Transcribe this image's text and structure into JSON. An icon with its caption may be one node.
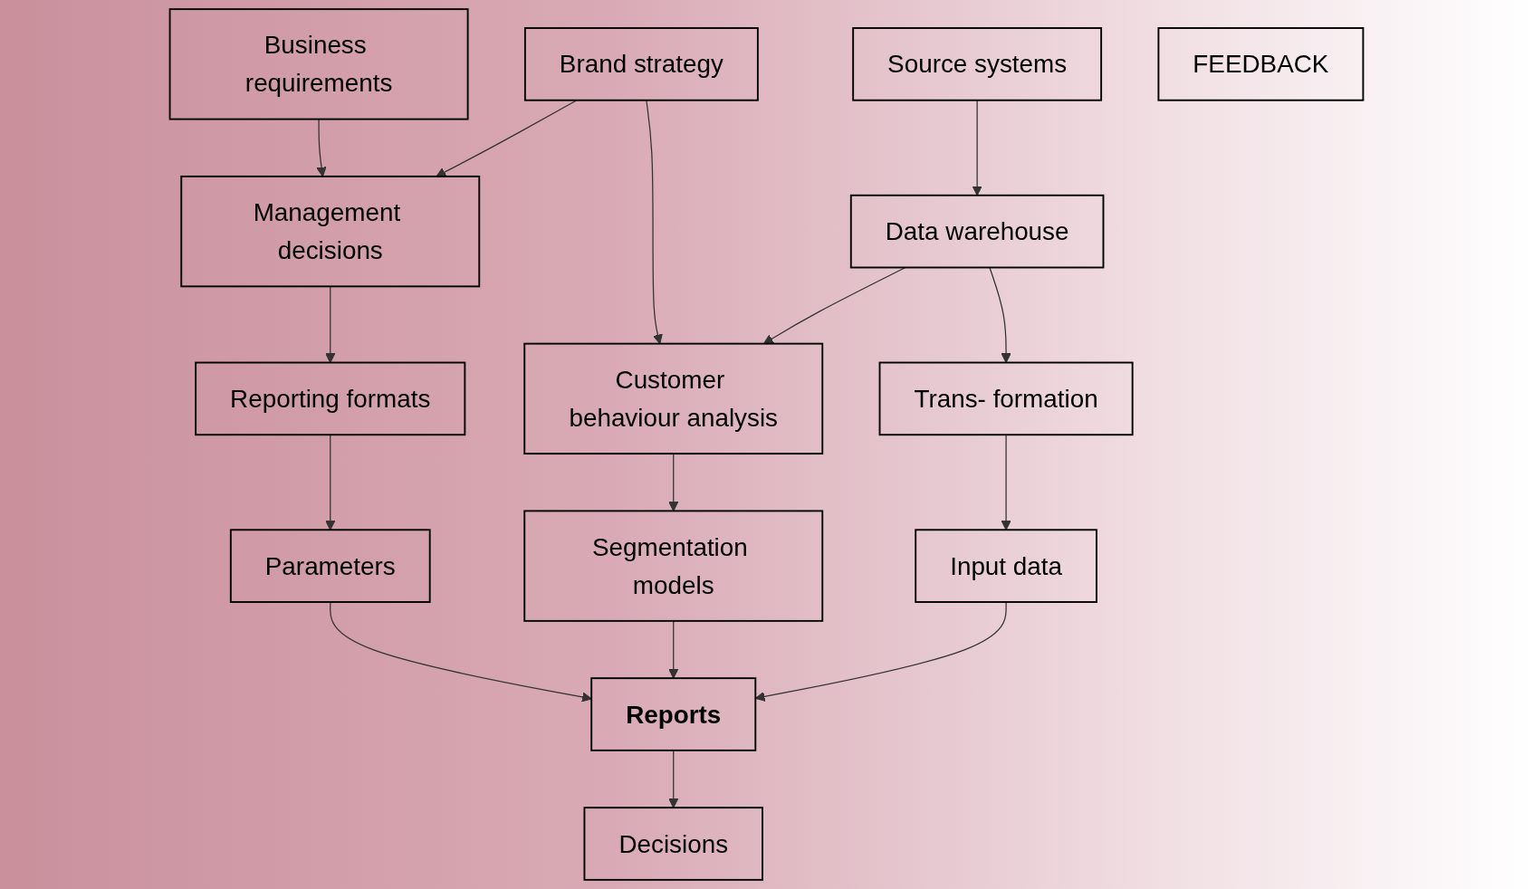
{
  "diagram": {
    "nodes": [
      {
        "text": [
          "Business requirements"
        ]
      },
      {
        "text": [
          "Brand strategy"
        ]
      },
      {
        "text": [
          "Source systems"
        ]
      },
      {
        "text": [
          "FEEDBACK"
        ]
      },
      {
        "text": [
          "Management decisions"
        ]
      },
      {
        "text": [
          "Data warehouse"
        ]
      },
      {
        "text": [
          "Reporting formats"
        ]
      },
      {
        "text": [
          "Customer behaviour analysis"
        ]
      },
      {
        "text": [
          "Trans- formation"
        ]
      },
      {
        "text": [
          "Parameters"
        ]
      },
      {
        "text": [
          "Segmentation models"
        ]
      },
      {
        "text": [
          "Input data"
        ]
      },
      {
        "text": [
          "Reports"
        ]
      },
      {
        "text": [
          "Decisions"
        ]
      }
    ],
    "edges": [
      {
        "from": 0,
        "to": 4,
        "arrow": "to"
      },
      {
        "from": 1,
        "to": 4,
        "arrow": "to"
      },
      {
        "from": 1,
        "to": 7,
        "arrow": "to"
      },
      {
        "from": 2,
        "to": 5,
        "arrow": "to"
      },
      {
        "from": 5,
        "to": 7,
        "arrow": "to"
      },
      {
        "from": 5,
        "to": 8,
        "arrow": "to"
      },
      {
        "from": 4,
        "to": 6,
        "arrow": "to"
      },
      {
        "from": 6,
        "to": 9,
        "arrow": "to"
      },
      {
        "from": 7,
        "to": 10,
        "arrow": "to"
      },
      {
        "from": 8,
        "to": 11,
        "arrow": "to"
      },
      {
        "from": 9,
        "to": 12,
        "arrow": "to"
      },
      {
        "from": 10,
        "to": 12,
        "arrow": "to"
      },
      {
        "from": 11,
        "to": 12,
        "arrow": "to"
      },
      {
        "from": 12,
        "to": 13,
        "arrow": "to"
      }
    ]
  }
}
